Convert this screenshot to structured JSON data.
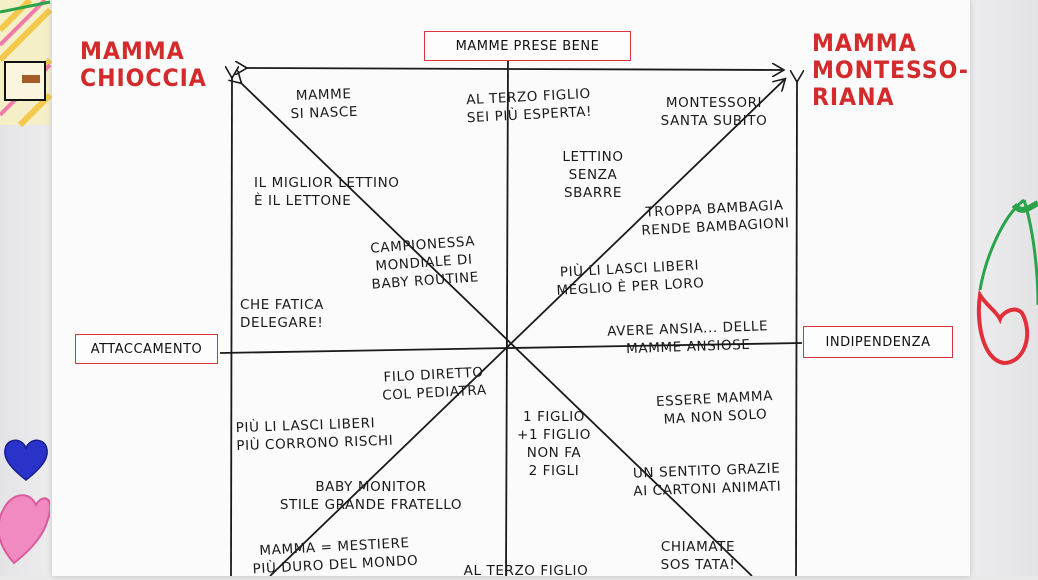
{
  "axes": {
    "top": "MAMME PRESE BENE",
    "left": "ATTACCAMENTO",
    "right": "INDIPENDENZA"
  },
  "corner_titles": {
    "top_left": "MAMMA\nCHIOCCIA",
    "top_right": "MAMMA\nMONTESSO-\nRIANA"
  },
  "notes": [
    {
      "id": "n1",
      "text": "MAMME\nSI NASCE"
    },
    {
      "id": "n2",
      "text": "AL TERZO FIGLIO\nSEI PIÙ ESPERTA!"
    },
    {
      "id": "n3",
      "text": "MONTESSORI\nSANTA SUBITO"
    },
    {
      "id": "n4",
      "text": "LETTINO\nSENZA\nSBARRE"
    },
    {
      "id": "n5",
      "text": "IL MIGLIOR LETTINO\nÈ IL LETTONE"
    },
    {
      "id": "n6",
      "text": "TROPPA BAMBAGIA\nRENDE BAMBAGIONI"
    },
    {
      "id": "n7",
      "text": "CAMPIONESSA\nMONDIALE DI\nBABY ROUTINE"
    },
    {
      "id": "n8",
      "text": "PIÙ LI LASCI LIBERI\nMEGLIO È PER LORO"
    },
    {
      "id": "n9",
      "text": "CHE FATICA\nDELEGARE!"
    },
    {
      "id": "n10",
      "text": "AVERE ANSIA... DELLE\nMAMME ANSIOSE"
    },
    {
      "id": "n11",
      "text": "FILO DIRETTO\nCOL PEDIATRA"
    },
    {
      "id": "n12",
      "text": "ESSERE MAMMA\nMA NON SOLO"
    },
    {
      "id": "n13",
      "text": "PIÙ LI LASCI LIBERI\nPIÙ CORRONO RISCHI"
    },
    {
      "id": "n14",
      "text": "1 FIGLIO\n+1 FIGLIO\nNON FA\n2 FIGLI"
    },
    {
      "id": "n15",
      "text": "UN SENTITO GRAZIE\nAI CARTONI ANIMATI"
    },
    {
      "id": "n16",
      "text": "BABY MONITOR\nSTILE GRANDE FRATELLO"
    },
    {
      "id": "n17",
      "text": "MAMMA = MESTIERE\nPIÙ DURO DEL MONDO"
    },
    {
      "id": "n18",
      "text": "AL TERZO FIGLIO"
    },
    {
      "id": "n19",
      "text": "CHIAMATE\nSOS TATA!"
    }
  ],
  "colors": {
    "ink": "#1a1a1a",
    "red": "#d32b2b",
    "paper": "#fbfbfb",
    "heart_blue": "#2a33c9",
    "heart_pink": "#f08ac0",
    "cherry_red": "#e0303a",
    "cherry_green": "#2aa34a"
  }
}
